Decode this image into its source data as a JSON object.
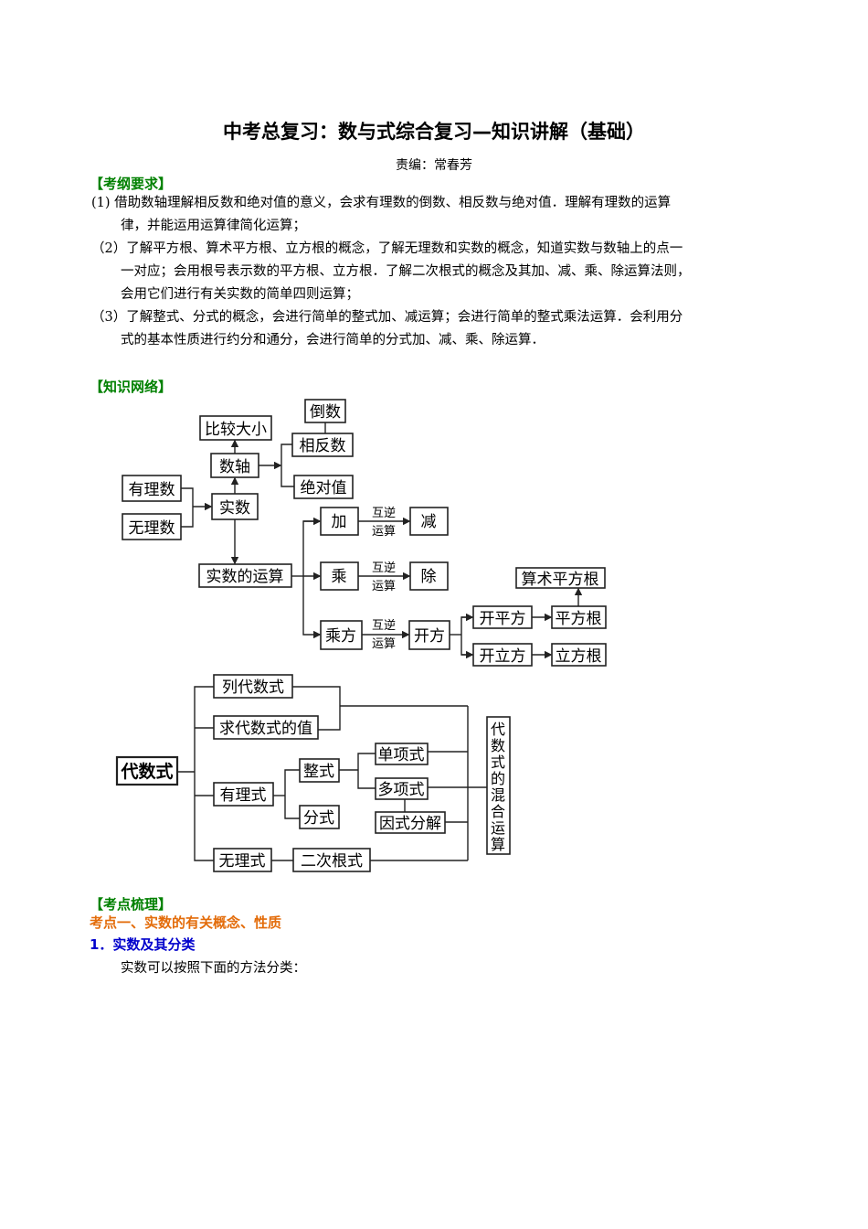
{
  "document": {
    "title": "中考总复习：数与式综合复习—知识讲解（基础）",
    "editor": "责编：常春芳"
  },
  "sections": {
    "syllabus": {
      "heading": "【考纲要求】",
      "lines": [
        "(1) 借助数轴理解相反数和绝对值的意义，会求有理数的倒数、相反数与绝对值．理解有理数的运算",
        "律，并能运用运算律简化运算；",
        "（2）了解平方根、算术平方根、立方根的概念，了解无理数和实数的概念，知道实数与数轴上的点一",
        "一对应；会用根号表示数的平方根、立方根．了解二次根式的概念及其加、减、乘、除运算法则，",
        "会用它们进行有关实数的简单四则运算；",
        "（3）了解整式、分式的概念，会进行简单的整式加、减运算；会进行简单的整式乘法运算．会利用分",
        "式的基本性质进行约分和通分，会进行简单的分式加、减、乘、除运算．"
      ]
    },
    "network": {
      "heading": "【知识网络】"
    },
    "points": {
      "heading": "【考点梳理】",
      "point1_title": "考点一、实数的有关概念、性质",
      "sub1_title": "1．实数及其分类",
      "sub1_text": "实数可以按照下面的方法分类："
    }
  },
  "diagram1": {
    "nodes": {
      "rational": "有理数",
      "irrational": "无理数",
      "real": "实数",
      "axis": "数轴",
      "compare": "比较大小",
      "reciprocal": "倒数",
      "opposite": "相反数",
      "absolute": "绝对值",
      "ops": "实数的运算",
      "add": "加",
      "sub": "减",
      "mul": "乘",
      "div": "除",
      "pow": "乘方",
      "root": "开方",
      "sqrt_op": "开平方",
      "cbrt_op": "开立方",
      "arith_sqrt": "算术平方根",
      "sq_root": "平方根",
      "cube_root": "立方根"
    },
    "inverse_label_1": "互逆",
    "inverse_label_2": "运算"
  },
  "diagram2": {
    "nodes": {
      "algebraic": "代数式",
      "write": "列代数式",
      "evaluate": "求代数式的值",
      "rational_expr": "有理式",
      "integral": "整式",
      "fraction": "分式",
      "monomial": "单项式",
      "polynomial": "多项式",
      "factor": "因式分解",
      "irrational_expr": "无理式",
      "quad_root": "二次根式",
      "mixed_ops": [
        "代",
        "数",
        "式",
        "的",
        "混",
        "合",
        "运",
        "算"
      ]
    }
  }
}
